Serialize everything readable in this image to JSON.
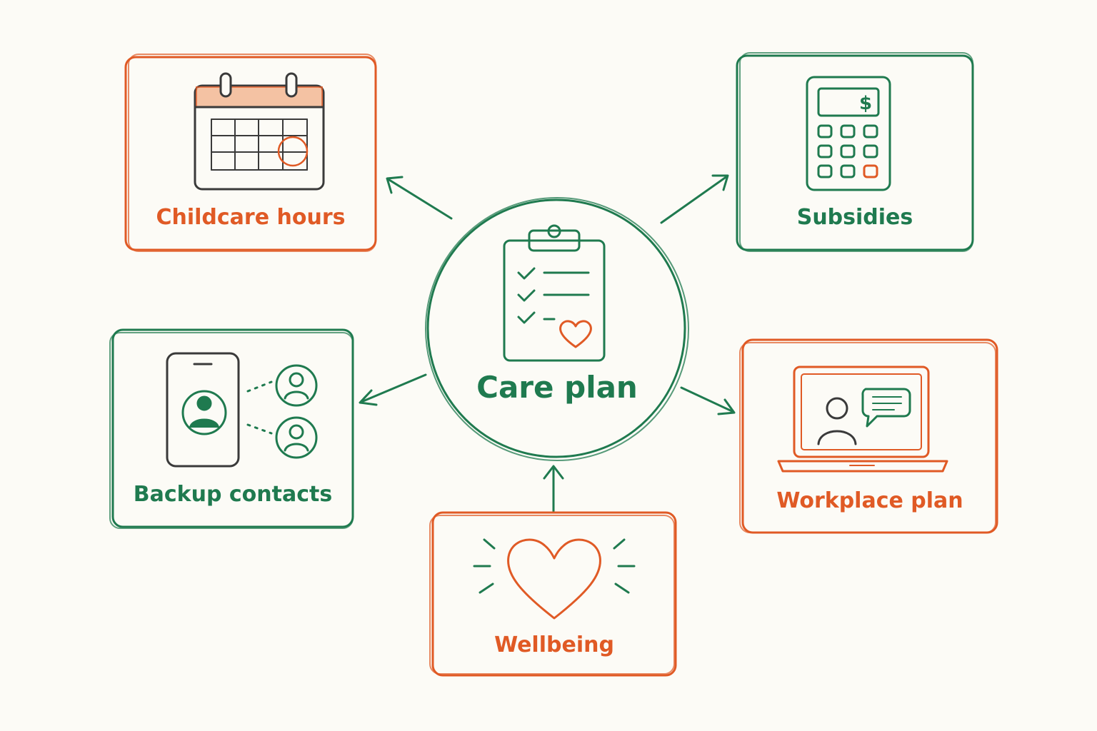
{
  "center": {
    "label": "Care plan",
    "icon": "clipboard-checklist-heart-icon"
  },
  "nodes": {
    "childcare": {
      "label": "Childcare hours",
      "icon": "calendar-icon",
      "color": "#e05a25"
    },
    "subsidies": {
      "label": "Subsidies",
      "icon": "calculator-dollar-icon",
      "color": "#1f7a4f"
    },
    "backup": {
      "label": "Backup contacts",
      "icon": "phone-contacts-icon",
      "color": "#1f7a4f"
    },
    "workplace": {
      "label": "Workplace plan",
      "icon": "laptop-video-call-icon",
      "color": "#e05a25"
    },
    "wellbeing": {
      "label": "Wellbeing",
      "icon": "heart-icon",
      "color": "#e05a25"
    }
  },
  "colors": {
    "green": "#1f7a4f",
    "orange": "#e05a25",
    "ink": "#3a3a3a",
    "background": "#fcfbf6"
  }
}
